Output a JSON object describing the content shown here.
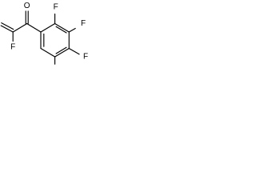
{
  "structure": {
    "atoms": {
      "fluorine_upper": "F",
      "fluorine_middle": "F",
      "fluorine_right": "F",
      "fluorine_vinyl": "F",
      "oxygen": "O"
    },
    "colors": {
      "bond": "#000000",
      "label": "#000000",
      "background": "#ffffff"
    }
  }
}
